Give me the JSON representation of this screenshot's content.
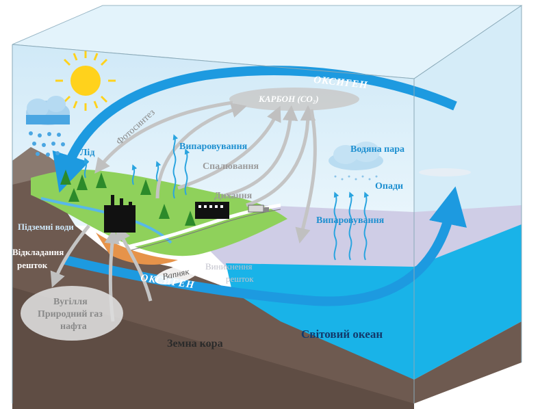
{
  "labels": {
    "oxygen_top": "ОКСИГЕН",
    "carbon": "КАРБОН (CO₂)",
    "photosynthesis": "Фотосинтез",
    "evaporation_land": "Випаровування",
    "combustion": "Спалювання",
    "respiration": "Дихання",
    "ice": "Лід",
    "water_vapor": "Водяна пара",
    "precipitation": "Опади",
    "evaporation_ocean": "Випаровування",
    "groundwater": "Підземні води",
    "deposition_line1": "Відкладання",
    "deposition_line2": "решток",
    "fossil_line1": "Вугілля",
    "fossil_line2": "Природний газ",
    "fossil_line3": "нафта",
    "limestone": "Вапняк",
    "sediment_faded": "Виникнення",
    "sediment_faded2": "решток",
    "oxygen_bottom": "ОКСИГЕН",
    "earth_crust": "Земна кора",
    "world_ocean": "Світовий океан"
  },
  "colors": {
    "sky": "#d9eef9",
    "ocean": "#1ab4e8",
    "deep_ocean": "#c9c8e3",
    "crust": "#6e5a50",
    "land": "#8fd15b",
    "arrow_blue": "#1d9ae0",
    "arrow_grey": "#c4c4c4",
    "sun": "#ffd21c"
  },
  "icons": [
    "sun-icon",
    "cloud-icon",
    "snowflake-icon",
    "factory-icon",
    "tree-icon",
    "truck-icon",
    "building-icon"
  ]
}
